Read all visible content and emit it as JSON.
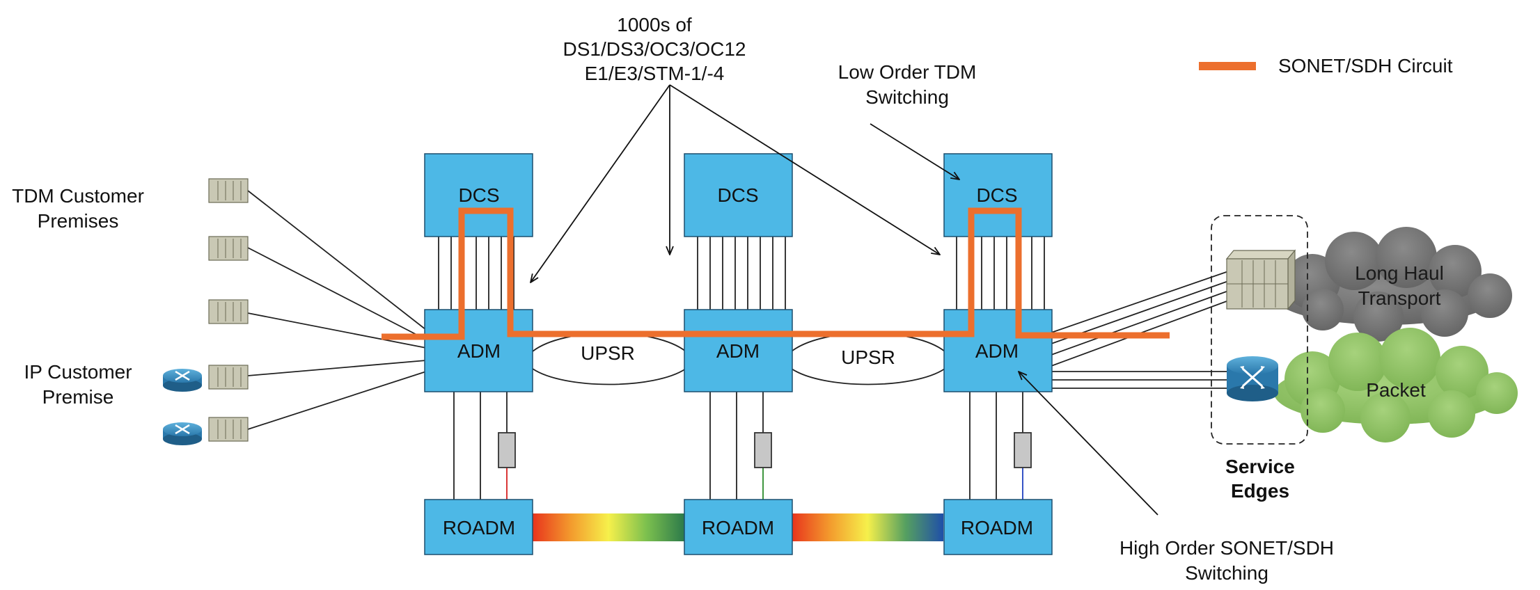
{
  "annotations": {
    "top_line1": "1000s of",
    "top_line2": "DS1/DS3/OC3/OC12",
    "top_line3": "E1/E3/STM-1/-4",
    "low_order_line1": "Low Order TDM",
    "low_order_line2": "Switching",
    "high_order_line1": "High Order SONET/SDH",
    "high_order_line2": "Switching"
  },
  "legend": {
    "label": "SONET/SDH Circuit",
    "color": "#ec6f2d"
  },
  "left_labels": {
    "tdm_line1": "TDM Customer",
    "tdm_line2": "Premises",
    "ip_line1": "IP Customer",
    "ip_line2": "Premise"
  },
  "nodes": {
    "dcs_label": "DCS",
    "adm_label": "ADM",
    "roadm_label": "ROADM"
  },
  "rings": {
    "upsr_label": "UPSR"
  },
  "clouds": {
    "long_haul_line1": "Long Haul",
    "long_haul_line2": "Transport",
    "packet": "Packet"
  },
  "service_edges": {
    "line1": "Service",
    "line2": "Edges"
  },
  "colors": {
    "box_fill": "#4db8e6",
    "box_stroke": "#1d4f6e",
    "circuit": "#ec6f2d",
    "cloud_gray": "#707070",
    "cloud_green": "#8fc466",
    "device": "#c9c8b4",
    "router": "#2f84b5",
    "mux": "#c7c7c7"
  },
  "icons": [
    "tdm-device-icon",
    "router-icon",
    "mux-icon",
    "cloud-icon",
    "arrow-icon"
  ]
}
